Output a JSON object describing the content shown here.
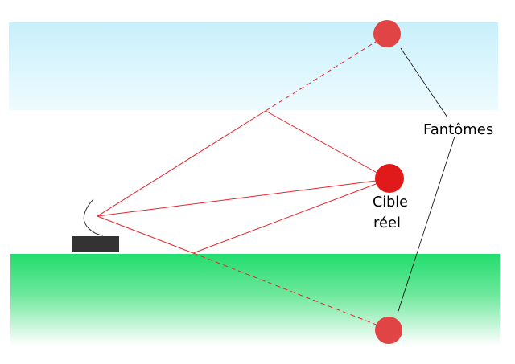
{
  "labels": {
    "phantoms": "Fantômes",
    "real_target_line1": "Cible",
    "real_target_line2": "réel"
  },
  "colors": {
    "sky_top": "#c8f0fb",
    "sky_bottom": "#eafaff",
    "ground_top": "#22dd6e",
    "ground_bottom": "#ffffff",
    "ray": "#e8232b",
    "target": "#e01a1a",
    "phantom": "#e04444",
    "radar": "#333333"
  }
}
